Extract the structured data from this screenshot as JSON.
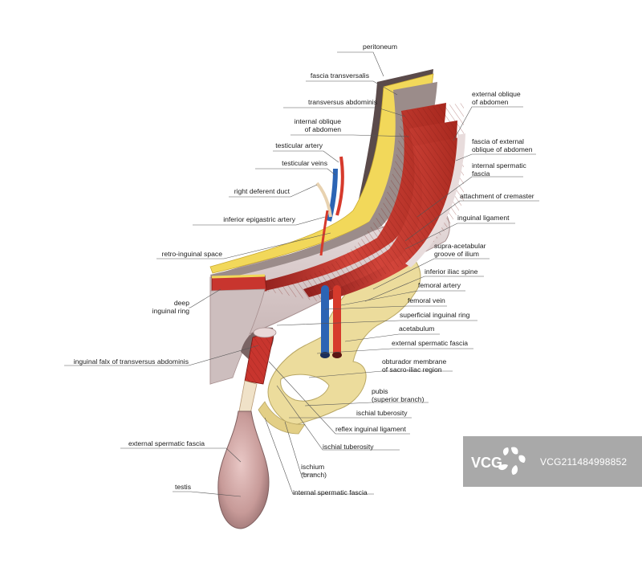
{
  "labels": {
    "peritoneum": "peritoneum",
    "fascia_transversalis": "fascia transversalis",
    "transversus_abdominis": "transversus abdominis",
    "internal_oblique_1": "internal oblique",
    "internal_oblique_2": "of abdomen",
    "testicular_artery": "testicular artery",
    "testicular_veins": "testicular veins",
    "right_deferent_duct": "right deferent duct",
    "inferior_epigastric_artery": "inferior epigastric artery",
    "retro_inguinal_space": "retro-inguinal space",
    "deep_inguinal_ring_1": "deep",
    "deep_inguinal_ring_2": "inguinal ring",
    "inguinal_falx": "inguinal falx of transversus abdominis",
    "external_spermatic_fascia_left": "external spermatic fascia",
    "testis": "testis",
    "external_oblique_1": "external oblique",
    "external_oblique_2": "of abdomen",
    "fascia_external_oblique_1": "fascia of external",
    "fascia_external_oblique_2": "oblique of abdomen",
    "internal_spermatic_fascia_top_1": "internal spermatic",
    "internal_spermatic_fascia_top_2": "fascia",
    "attachment_of_cremaster": "attachment of cremaster",
    "inguinal_ligament": "inguinal ligament",
    "supra_acetabular_1": "supra-acetabular",
    "supra_acetabular_2": "groove of ilium",
    "inferior_iliac_spine": "inferior iliac spine",
    "femoral_artery": "femoral artery",
    "femoral_vein": "femoral vein",
    "superficial_inguinal_ring": "superficial inguinal ring",
    "acetabulum": "acetabulum",
    "external_spermatic_fascia_right": "external spermatic fascia",
    "obturator_1": "obturador membrane",
    "obturator_2": "of sacro-iliac region",
    "pubis_1": "pubis",
    "pubis_2": "(superior branch)",
    "ischial_tuberosity_1": "ischial tuberosity",
    "reflex_inguinal_ligament": "reflex inguinal ligament",
    "ischial_tuberosity_2": "ischial tuberosity",
    "ischium_1": "ischium",
    "ischium_2": "(branch)",
    "internal_spermatic_fascia_bottom": "internal spermatic fascia"
  },
  "watermark": {
    "brand": "VCG",
    "id_text": "VCG211484998852"
  },
  "colors": {
    "muscle": "#c8352e",
    "muscle_dark": "#8e1f1c",
    "fat": "#f2d85a",
    "bone": "#ecdc9c",
    "fascia": "#d9c9c9",
    "artery": "#d63a2c",
    "vein": "#2c64b4",
    "leader_line": "#555555",
    "watermark_bg": "#969696"
  }
}
